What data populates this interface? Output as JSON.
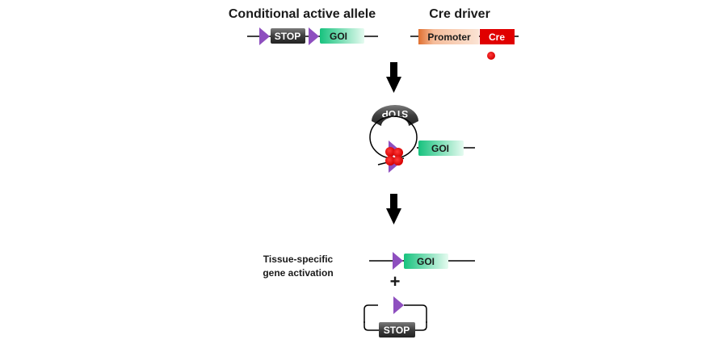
{
  "titles": {
    "left": "Conditional active allele",
    "right": "Cre driver"
  },
  "labels": {
    "stop": "STOP",
    "goi": "GOI",
    "promoter": "Promoter",
    "cre": "Cre",
    "plus": "+"
  },
  "side_label": {
    "line1": "Tissue-specific",
    "line2": "gene activation"
  },
  "colors": {
    "loxp": "#8e4fbf",
    "stop_box": "#4a4a4a",
    "goi_green": "#2ecf8a",
    "promoter_orange": "#f0a070",
    "cre_red": "#e00000",
    "arrow": "#000000"
  }
}
